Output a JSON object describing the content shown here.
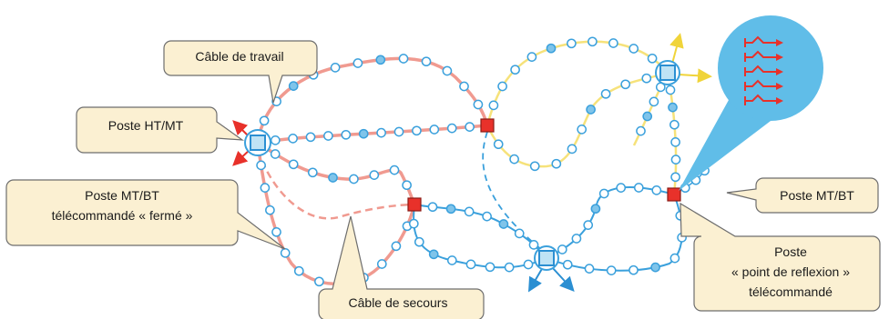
{
  "labels": {
    "cable_travail": "Câble de travail",
    "poste_ht_mt": "Poste HT/MT",
    "poste_mt_bt_ferme": [
      "Poste MT/BT",
      "télécommandé « fermé »"
    ],
    "cable_secours": "Câble de secours",
    "poste_mt_bt": "Poste MT/BT",
    "poste_reflexion": [
      "Poste",
      "« point de reflexion »",
      "télécommandé"
    ]
  },
  "colors": {
    "red_cable": "#f09a90",
    "blue_cable": "#3aa0dc",
    "yellow_cable": "#f6e27a",
    "node_fill": "#ffffff",
    "node_filled": "#7fc4ea",
    "callout_fill": "#fbf0d2",
    "callout_stroke": "#6d6d6d",
    "red_square": "#e8312a",
    "bubble_fill": "#60bde8",
    "arrow_red": "#e8312a",
    "arrow_yellow": "#f0d43a",
    "arrow_blue": "#2b8fd2"
  }
}
